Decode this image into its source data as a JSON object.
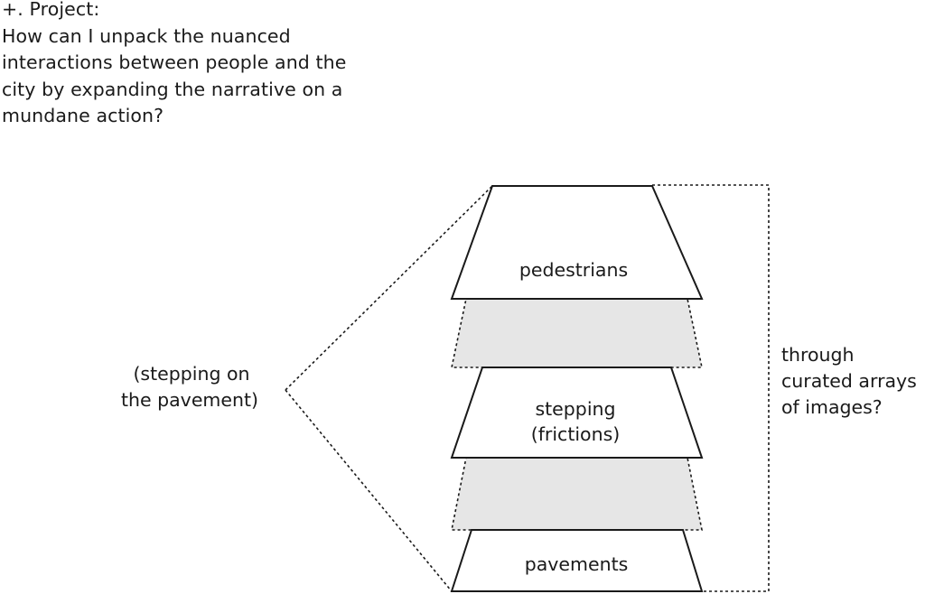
{
  "question": {
    "heading": "+. Project:",
    "lines": [
      "How can I unpack the nuanced",
      "interactions between people and the",
      "city by expanding the narrative on a",
      "mundane action?"
    ]
  },
  "left_note": {
    "lines": [
      "(stepping on",
      "the pavement)"
    ]
  },
  "layers": {
    "top": {
      "label": "pedestrians"
    },
    "middle": {
      "lines": [
        "stepping",
        "(frictions)"
      ]
    },
    "bottom": {
      "label": "pavements"
    }
  },
  "right_note": {
    "lines": [
      "through",
      "curated arrays",
      "of images?"
    ]
  },
  "colors": {
    "stroke": "#1a1a1a",
    "gap_fill": "#e6e6e6",
    "solid_fill": "#ffffff"
  }
}
